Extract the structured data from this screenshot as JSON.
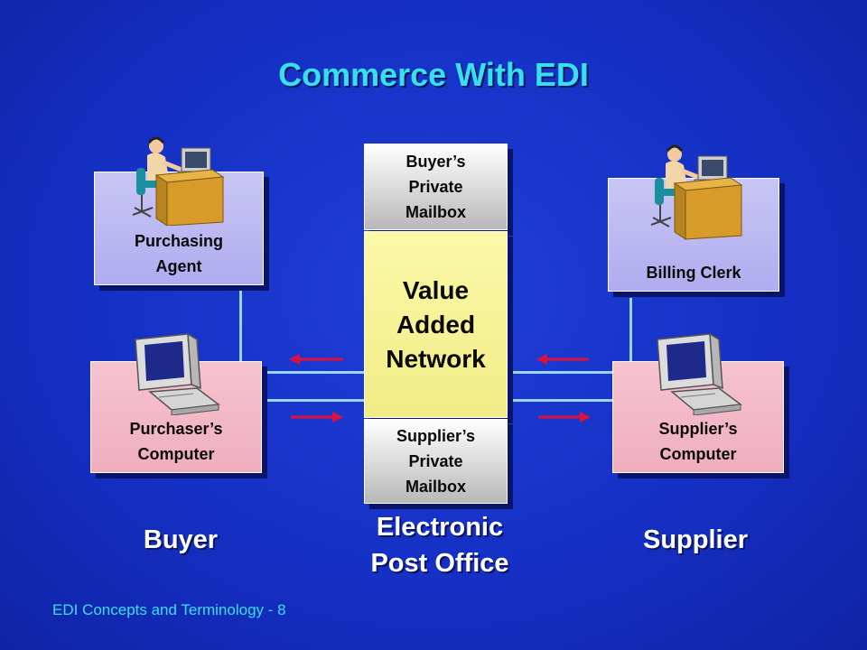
{
  "title": "Commerce With EDI",
  "footer": "EDI Concepts and Terminology  - 8",
  "buyer": {
    "agent_line1": "Purchasing",
    "agent_line2": "Agent",
    "computer_line1": "Purchaser’s",
    "computer_line2": "Computer",
    "label": "Buyer"
  },
  "supplier": {
    "clerk_label": "Billing Clerk",
    "computer_line1": "Supplier’s",
    "computer_line2": "Computer",
    "label": "Supplier"
  },
  "post_office": {
    "buyer_mailbox_line1": "Buyer’s",
    "buyer_mailbox_line2": "Private",
    "buyer_mailbox_line3": "Mailbox",
    "van_line1": "Value",
    "van_line2": "Added",
    "van_line3": "Network",
    "supplier_mailbox_line1": "Supplier’s",
    "supplier_mailbox_line2": "Private",
    "supplier_mailbox_line3": "Mailbox",
    "label_line1": "Electronic",
    "label_line2": "Post Office"
  },
  "colors": {
    "background": "#1530c4",
    "title": "#36e0ef",
    "arrow": "#e0103c",
    "connector": "#9cd6f5"
  },
  "icons": [
    "person-at-desk-icon",
    "computer-monitor-icon",
    "arrow-left-icon",
    "arrow-right-icon"
  ]
}
